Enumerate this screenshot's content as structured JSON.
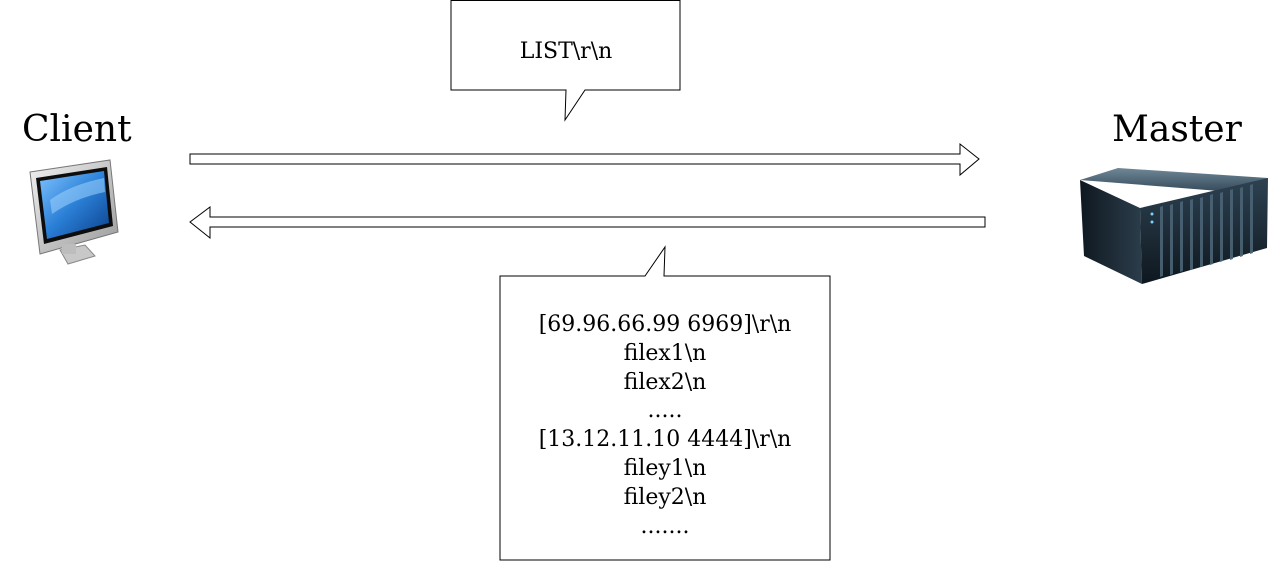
{
  "nodes": {
    "client": {
      "label": "Client",
      "icon": "desktop-computer-icon"
    },
    "master": {
      "label": "Master",
      "icon": "rack-server-icon"
    }
  },
  "request": {
    "direction": "client-to-master",
    "message": "LIST\\r\\n"
  },
  "response": {
    "direction": "master-to-client",
    "lines": [
      "[69.96.66.99 6969]\\r\\n",
      "filex1\\n",
      "filex2\\n",
      ".....",
      "[13.12.11.10 4444]\\r\\n",
      "filey1\\n",
      "filey2\\n",
      "......."
    ]
  },
  "colors": {
    "stroke": "#000000",
    "background": "#ffffff",
    "screen_blue": "#2a7fd6",
    "server_dark": "#1f2a33"
  }
}
